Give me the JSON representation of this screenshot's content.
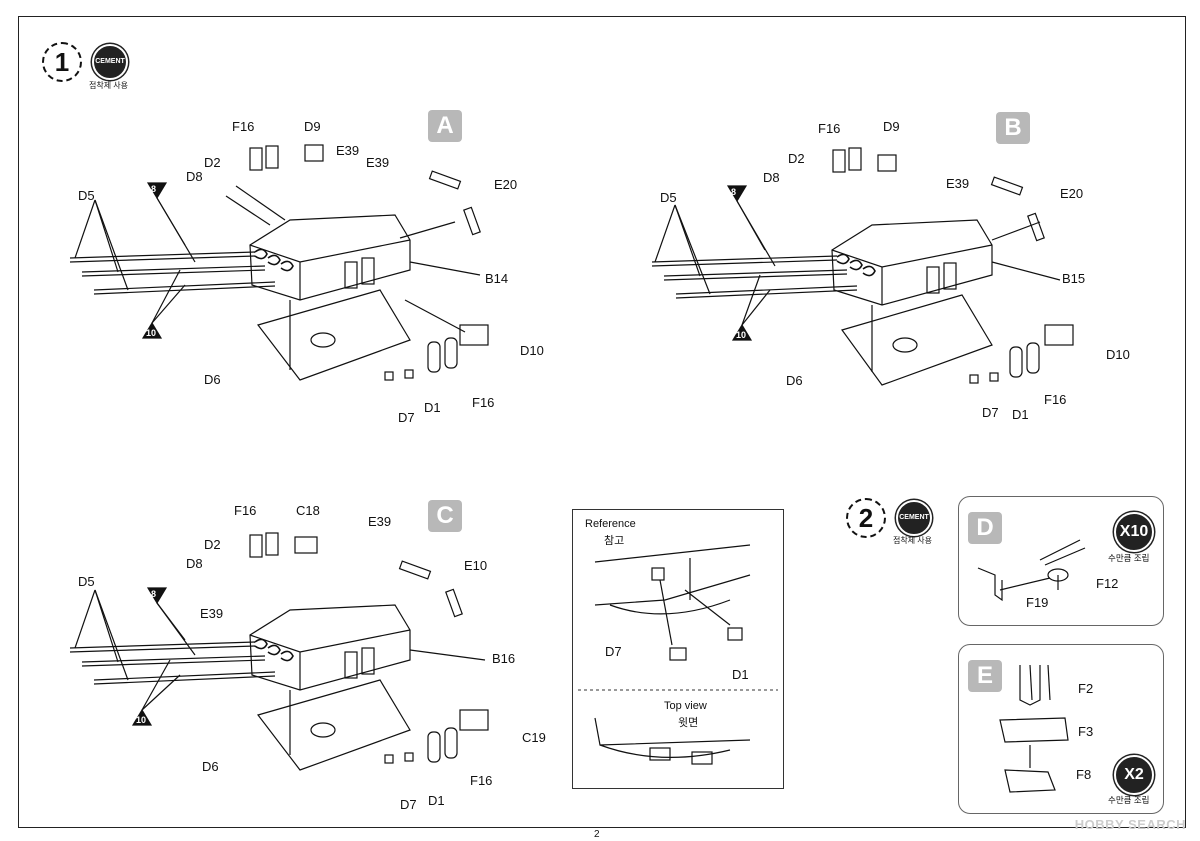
{
  "steps": [
    {
      "number": "1",
      "cement": "CEMENT",
      "cement_sub": "접착제 사용"
    },
    {
      "number": "2",
      "cement": "CEMENT",
      "cement_sub": "접착제 사용"
    }
  ],
  "panels": {
    "A": {
      "letter": "A",
      "labels": [
        "F16",
        "D9",
        "D2",
        "D8",
        "E39",
        "E39",
        "E20",
        "D5",
        "B14",
        "D10",
        "D6",
        "D1",
        "D7",
        "F16"
      ],
      "markers": [
        "8",
        "10"
      ]
    },
    "B": {
      "letter": "B",
      "labels": [
        "F16",
        "D9",
        "D2",
        "D8",
        "E39",
        "E20",
        "D5",
        "B15",
        "D10",
        "D6",
        "D7",
        "D1",
        "F16"
      ],
      "markers": [
        "8",
        "10"
      ]
    },
    "C": {
      "letter": "C",
      "labels": [
        "F16",
        "C18",
        "E39",
        "D2",
        "D8",
        "E10",
        "E39",
        "D5",
        "B16",
        "C19",
        "D6",
        "D7",
        "D1",
        "F16"
      ],
      "markers": [
        "8",
        "10"
      ]
    },
    "reference": {
      "title": "Reference",
      "title_ko": "참고",
      "d7": "D7",
      "d1": "D1",
      "top_view": "Top view",
      "top_view_ko": "윗면"
    },
    "D": {
      "letter": "D",
      "mult": "X10",
      "mult_sub": "수만큼 조립",
      "f12": "F12",
      "f19": "F19"
    },
    "E": {
      "letter": "E",
      "mult": "X2",
      "mult_sub": "수만큼 조립",
      "f2": "F2",
      "f3": "F3",
      "f8": "F8"
    }
  },
  "page_number": "2",
  "watermark": "HOBBY SEARCH"
}
